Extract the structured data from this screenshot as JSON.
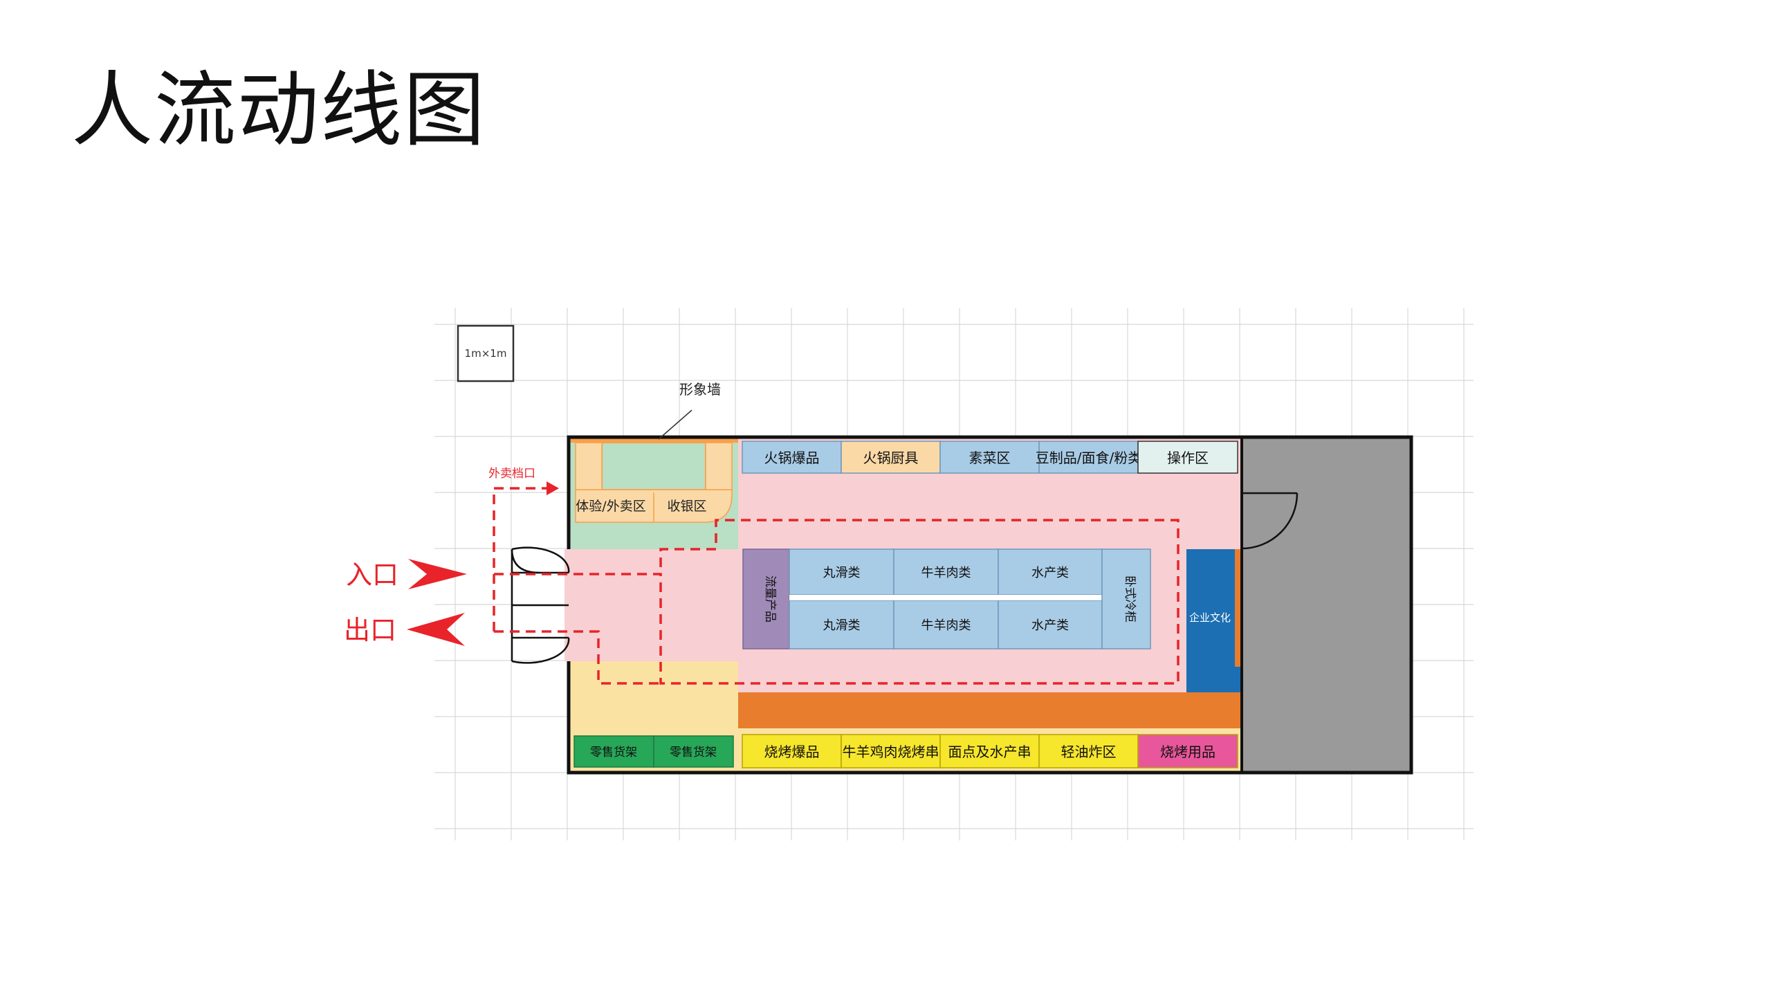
{
  "title": "人流动线图",
  "scale_label": "1m×1m",
  "image_wall_label": "形象墙",
  "takeout_window_label": "外卖档口",
  "entrance_label": "入口",
  "exit_label": "出口",
  "zones": {
    "experience_takeout": "体验/外卖区",
    "cashier": "收银区",
    "retail_shelf_1": "零售货架",
    "retail_shelf_2": "零售货架",
    "enterprise_culture": "企业文化",
    "vertical_freezer": "卧式冷柜",
    "trending_products": "流量产品"
  },
  "top_shelves": [
    "火锅爆品",
    "火锅厨具",
    "素菜区",
    "豆制品/面食/粉类",
    "操作区"
  ],
  "bottom_shelves": [
    "烧烤爆品",
    "牛羊鸡肉烧烤串",
    "面点及水产串",
    "轻油炸区",
    "烧烤用品"
  ],
  "freezer_row_top": [
    "丸滑类",
    "牛羊肉类",
    "水产类"
  ],
  "freezer_row_bottom": [
    "丸滑类",
    "牛羊肉类",
    "水产类"
  ],
  "colors": {
    "flow_path": "#e8232a",
    "corridor": "#f8cfd2",
    "experience_zone": "#b9dfc4",
    "peach": "#fbd9a6",
    "light_yellow": "#fae3a2",
    "orange_band": "#e87d2e",
    "blue_shelf": "#a9cce6",
    "yellow_shelf": "#f6e62c",
    "pink_shelf": "#e8579b",
    "green_shelf": "#27a758",
    "purple_display": "#a08ab8",
    "culture_blue": "#1c6fb3",
    "storage_gray": "#9a9a9a",
    "ops_area": "#e3f1ee"
  }
}
